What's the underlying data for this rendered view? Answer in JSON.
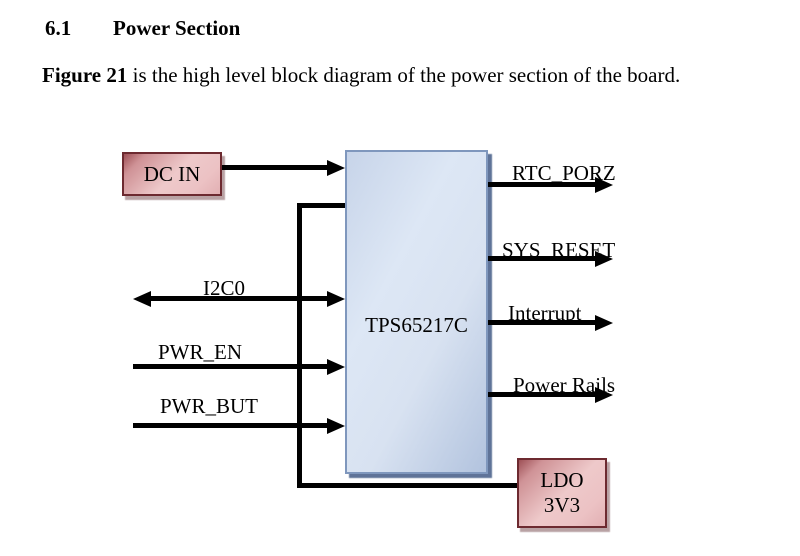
{
  "page": {
    "heading_number": "6.1",
    "heading_title": "Power Section",
    "intro_bold": "Figure 21",
    "intro_rest": " is the high level block diagram of the power section of the board."
  },
  "diagram": {
    "blocks": {
      "dc_in": "DC IN",
      "pmic": "TPS65217C",
      "ldo_line1": "LDO",
      "ldo_line2": "3V3"
    },
    "signals": {
      "i2c0": "I2C0",
      "pwr_en": "PWR_EN",
      "pwr_but": "PWR_BUT",
      "rtc_porz": "RTC_PORZ",
      "sys_reset": "SYS_RESET",
      "interrupt": "Interrupt",
      "power_rails": "Power Rails"
    },
    "colors": {
      "pink_block_fill_light": "#eec9ca",
      "pink_block_fill_dark": "#9e5056",
      "pink_block_border": "#6d2a30",
      "pmic_fill_light": "#dde7f5",
      "pmic_fill_dark": "#b2c3de",
      "pmic_border": "#7f97bd",
      "line_color": "#000000",
      "text_color": "#000000",
      "background": "#ffffff"
    }
  }
}
